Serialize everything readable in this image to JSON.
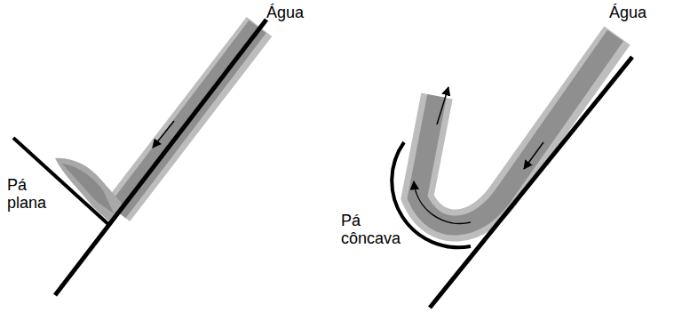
{
  "diagram": {
    "labels": [
      "Água",
      "Pá plana",
      "Água",
      "Pá côncava"
    ]
  }
}
